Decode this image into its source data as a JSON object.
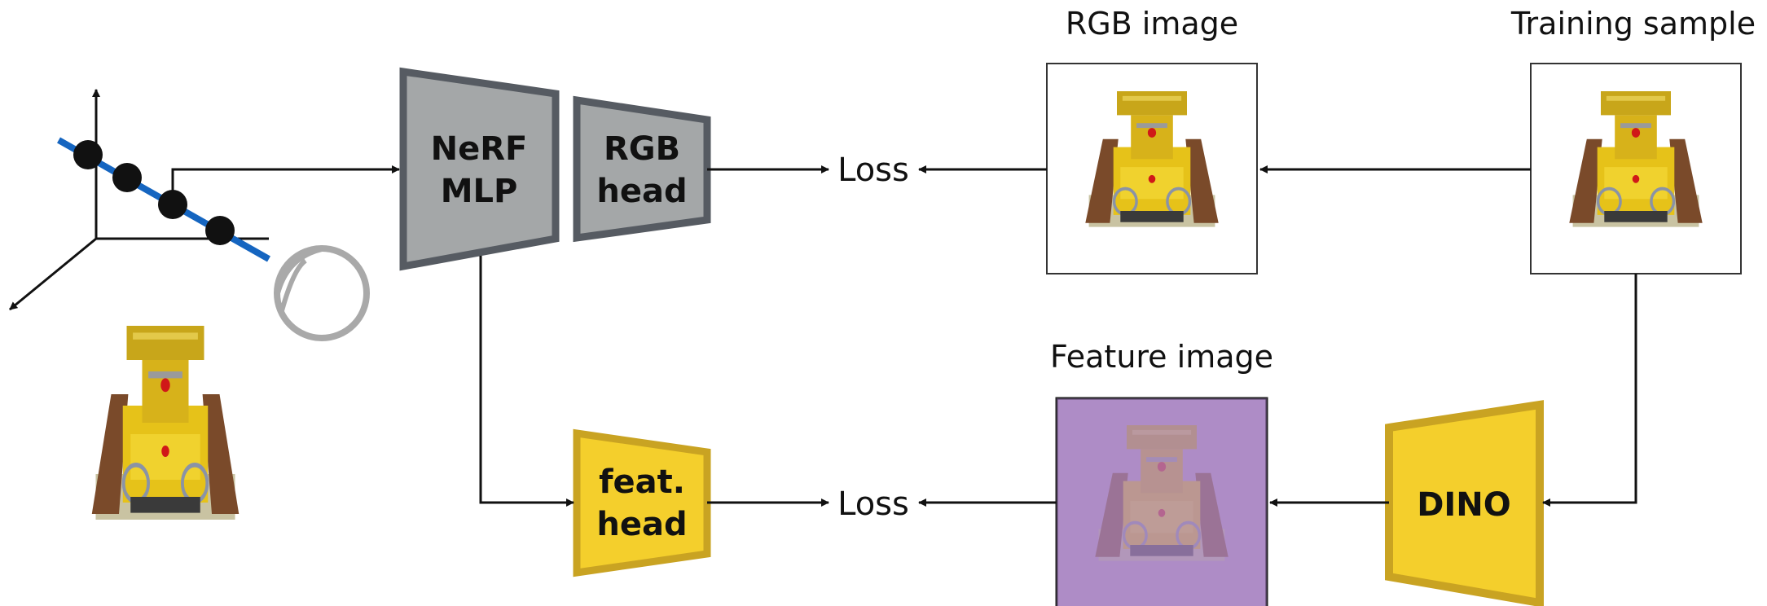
{
  "colors": {
    "gray_fill": "#a4a7a8",
    "gray_stroke": "#565b62",
    "yellow_fill": "#f4cf2c",
    "yellow_stroke": "#c9a322",
    "purple_fill": "#b89ccb",
    "ray_blue": "#1565c0",
    "eye_gray": "#a9a9a9",
    "line": "#111111"
  },
  "blocks": {
    "nerf_mlp": {
      "line1": "NeRF",
      "line2": "MLP"
    },
    "rgb_head": {
      "line1": "RGB",
      "line2": "head"
    },
    "feat_head": {
      "line1": "feat.",
      "line2": "head"
    },
    "dino": {
      "label": "DINO"
    }
  },
  "labels": {
    "rgb_image": "RGB image",
    "training_sample": "Training sample",
    "feature_image": "Feature image",
    "loss_top": "Loss",
    "loss_bottom": "Loss"
  },
  "icons": {
    "scene_axes": "coordinate-axes-icon",
    "ray": "camera-ray-icon",
    "eye": "eye-icon",
    "bulldozer": "lego-bulldozer-image"
  }
}
